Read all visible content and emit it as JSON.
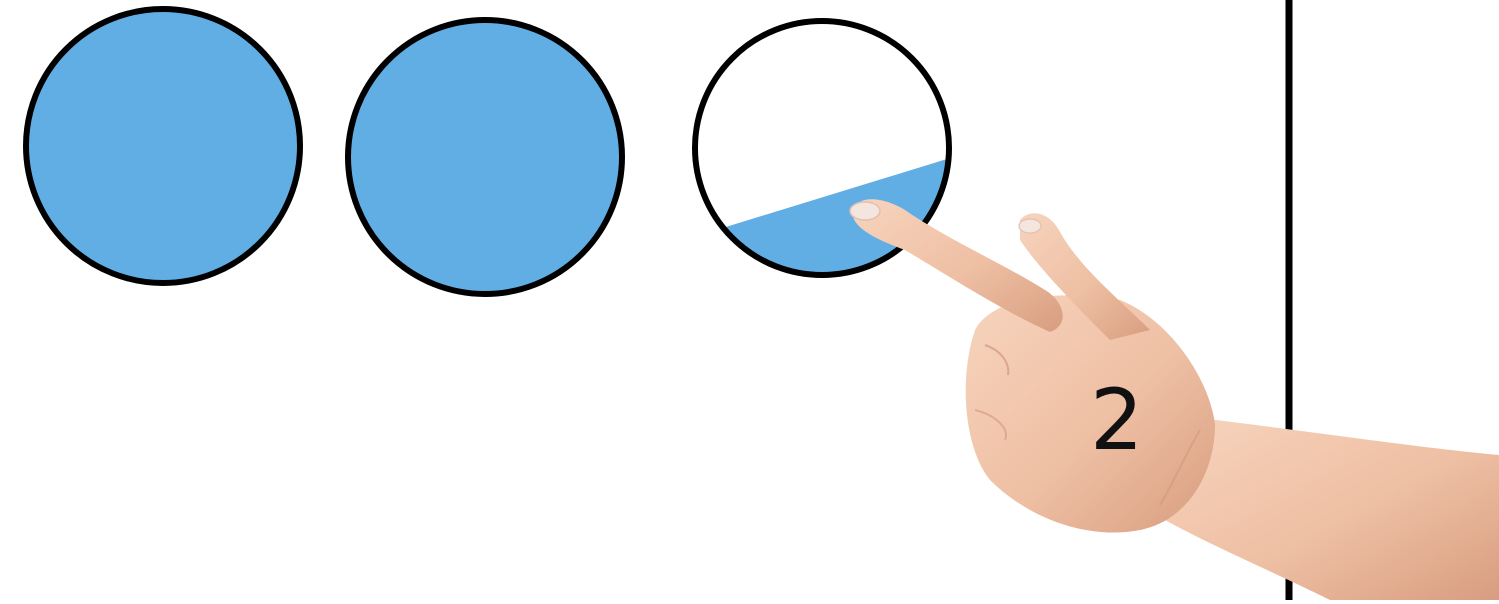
{
  "scene": {
    "background": "#ffffff",
    "fill_color": "#61aee4",
    "outline_color": "#000000",
    "circles": [
      {
        "name": "circle-full-1",
        "fill_fraction": 1.0
      },
      {
        "name": "circle-full-2",
        "fill_fraction": 1.0
      },
      {
        "name": "circle-partial",
        "fill_fraction": 0.25
      }
    ],
    "number_label": "2",
    "pointing_hand_icon": "pointing-hand-icon"
  }
}
